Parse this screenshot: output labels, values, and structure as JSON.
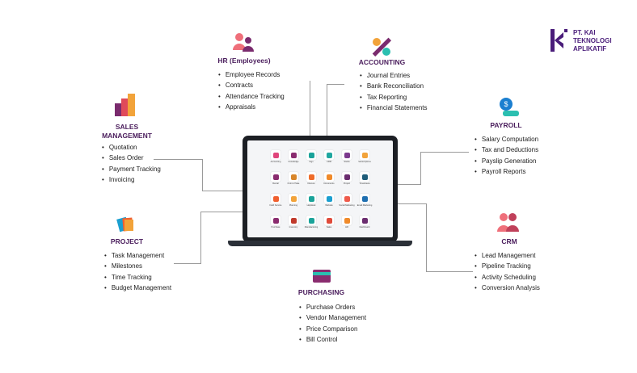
{
  "logo": {
    "lines": [
      "PT. KAI",
      "TEKNOLOGI",
      "APLIKATIF"
    ]
  },
  "sections": {
    "hr": {
      "title": "HR (Employees)",
      "items": [
        "Employee Records",
        "Contracts",
        "Attendance Tracking",
        "Appraisals"
      ]
    },
    "accounting": {
      "title": "ACCOUNTING",
      "items": [
        "Journal Entries",
        "Bank Reconciliation",
        "Tax Reporting",
        "Financial Statements"
      ]
    },
    "sales": {
      "title": "SALES MANAGEMENT",
      "items": [
        "Quotation",
        "Sales Order",
        "Payment Tracking",
        "Invoicing"
      ]
    },
    "payroll": {
      "title": "PAYROLL",
      "items": [
        "Salary Computation",
        "Tax and Deductions",
        "Payslip Generation",
        "Payroll Reports"
      ]
    },
    "project": {
      "title": "PROJECT",
      "items": [
        "Task Management",
        "Milestones",
        "Time Tracking",
        "Budget Management"
      ]
    },
    "crm": {
      "title": "CRM",
      "items": [
        "Lead Management",
        "Pipeline Tracking",
        "Activity Scheduling",
        "Conversion Analysis"
      ]
    },
    "purchasing": {
      "title": "PURCHASING",
      "items": [
        "Purchase Orders",
        "Vendor Management",
        "Price Comparison",
        "Bill Control"
      ]
    }
  },
  "apps": [
    {
      "label": "Accounting",
      "color": "#e0457b"
    },
    {
      "label": "Knowledge",
      "color": "#8a2c6f"
    },
    {
      "label": "Sign",
      "color": "#1aa39a"
    },
    {
      "label": "CRM",
      "color": "#20a7a0"
    },
    {
      "label": "Studio",
      "color": "#7c3a8e"
    },
    {
      "label": "Subscriptions",
      "color": "#f2a33a"
    },
    {
      "label": "Rental",
      "color": "#8a2c6f"
    },
    {
      "label": "Point of Sale",
      "color": "#d8862a"
    },
    {
      "label": "Discuss",
      "color": "#ef6c2a"
    },
    {
      "label": "Documents",
      "color": "#f08a2a"
    },
    {
      "label": "Project",
      "color": "#6b2d6f"
    },
    {
      "label": "Timesheets",
      "color": "#1f5d7a"
    },
    {
      "label": "Field Service",
      "color": "#f06030"
    },
    {
      "label": "Planning",
      "color": "#f2a33a"
    },
    {
      "label": "Helpdesk",
      "color": "#1aa39a"
    },
    {
      "label": "Website",
      "color": "#1b9fd0"
    },
    {
      "label": "Social Marketing",
      "color": "#ef5b4c"
    },
    {
      "label": "Email Marketing",
      "color": "#1f6fb0"
    },
    {
      "label": "Purchase",
      "color": "#8a2c6f"
    },
    {
      "label": "Inventory",
      "color": "#c0392b"
    },
    {
      "label": "Manufacturing",
      "color": "#1aa39a"
    },
    {
      "label": "Sales",
      "color": "#e04a3a"
    },
    {
      "label": "HR",
      "color": "#f08a2a"
    },
    {
      "label": "Dashboard",
      "color": "#6b2d6f"
    }
  ]
}
